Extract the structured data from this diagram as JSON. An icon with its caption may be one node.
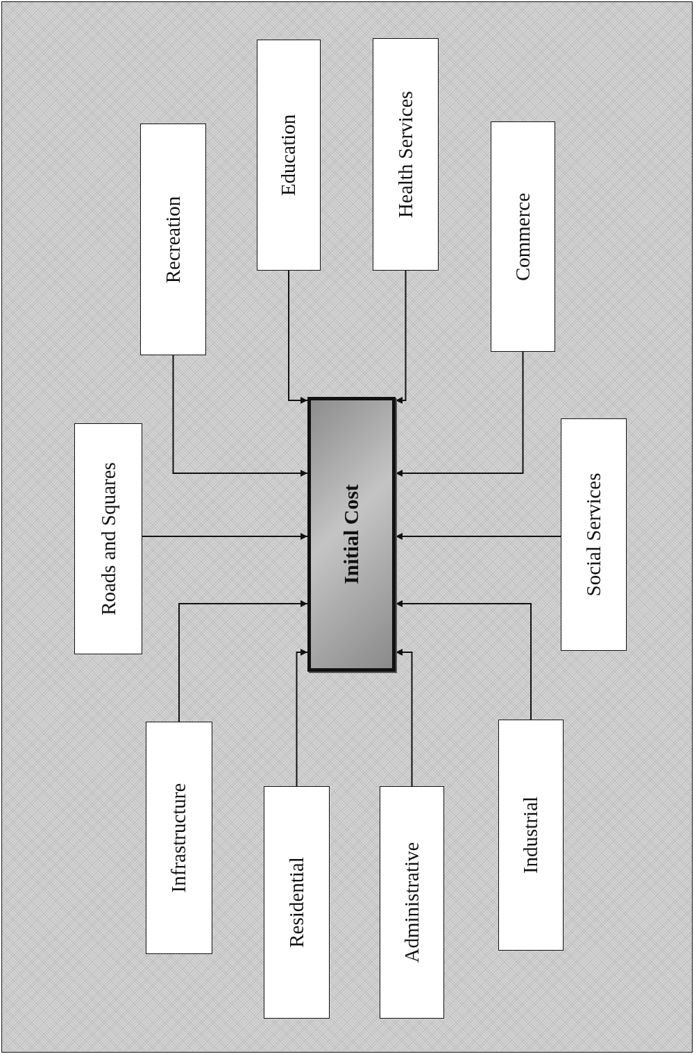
{
  "diagram": {
    "nodes": [
      {
        "text": [
          "Recreation"
        ]
      },
      {
        "text": [
          "Education"
        ]
      },
      {
        "text": [
          "Health Services"
        ]
      },
      {
        "text": [
          "Commerce"
        ]
      },
      {
        "text": [
          "Roads and Squares"
        ]
      },
      {
        "text": [
          "Initial Cost"
        ]
      },
      {
        "text": [
          "Social Services"
        ]
      },
      {
        "text": [
          "Infrastructure"
        ]
      },
      {
        "text": [
          "Residential"
        ]
      },
      {
        "text": [
          "Administrative"
        ]
      },
      {
        "text": [
          "Industrial"
        ]
      }
    ],
    "edges": [
      {
        "from": 0,
        "to": 5,
        "arrow": "to"
      },
      {
        "from": 1,
        "to": 5,
        "arrow": "to"
      },
      {
        "from": 2,
        "to": 5,
        "arrow": "to"
      },
      {
        "from": 3,
        "to": 5,
        "arrow": "to"
      },
      {
        "from": 4,
        "to": 5,
        "arrow": "to"
      },
      {
        "from": 6,
        "to": 5,
        "arrow": "to"
      },
      {
        "from": 7,
        "to": 5,
        "arrow": "to"
      },
      {
        "from": 8,
        "to": 5,
        "arrow": "to"
      },
      {
        "from": 9,
        "to": 5,
        "arrow": "to"
      },
      {
        "from": 10,
        "to": 5,
        "arrow": "to"
      }
    ]
  }
}
